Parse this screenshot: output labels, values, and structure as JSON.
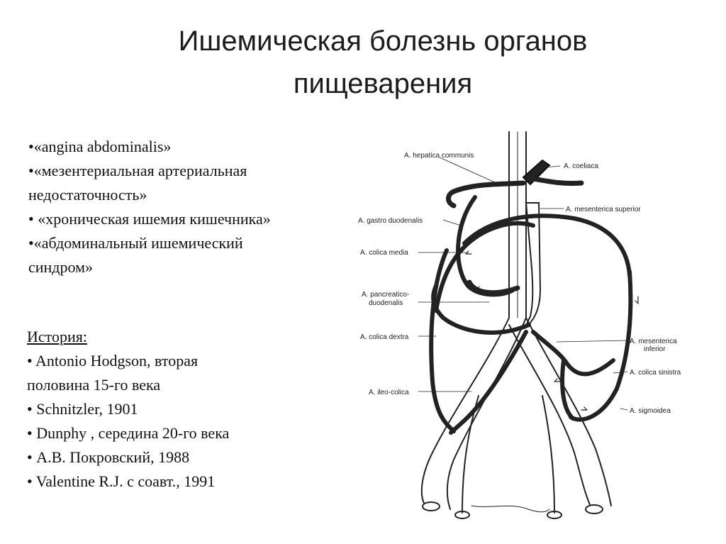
{
  "title": {
    "line1": "Ишемическая болезнь органов",
    "line2": "пищеварения"
  },
  "terms": [
    "•«angina abdominalis»",
    "•«мезентериальная артериальная",
    "недостаточность»",
    "• «хроническая ишемия кишечника»",
    "•«абдоминальный ишемический",
    "синдром»"
  ],
  "history": {
    "heading": "История:",
    "items": [
      "• Antonio Hodgson, вторая",
      "половина 15-го века",
      "• Schnitzler, 1901",
      "• Dunphy , середина 20-го века",
      "• А.В. Покровский, 1988",
      "•  Valentine R.J. с соавт., 1991"
    ]
  },
  "diagram_labels": {
    "hepatica": "A. hepatica communis",
    "coeliaca": "A. coeliaca",
    "mesenterica_superior": "A. mesenterica superior",
    "gastroduodenalis": "A. gastro duodenalis",
    "colica_media": "A. colica media",
    "pancreaticoduodenalis_1": "A. pancreatico-",
    "pancreaticoduodenalis_2": "duodenalis",
    "colica_dextra": "A. colica dextra",
    "mesenterica_inferior_1": "A. mesenterica",
    "mesenterica_inferior_2": "inferior",
    "colica_sinistra": "A. colica sinistra",
    "ileocolica": "A. ileo-colica",
    "sigmoidea": "A. sigmoidea"
  }
}
